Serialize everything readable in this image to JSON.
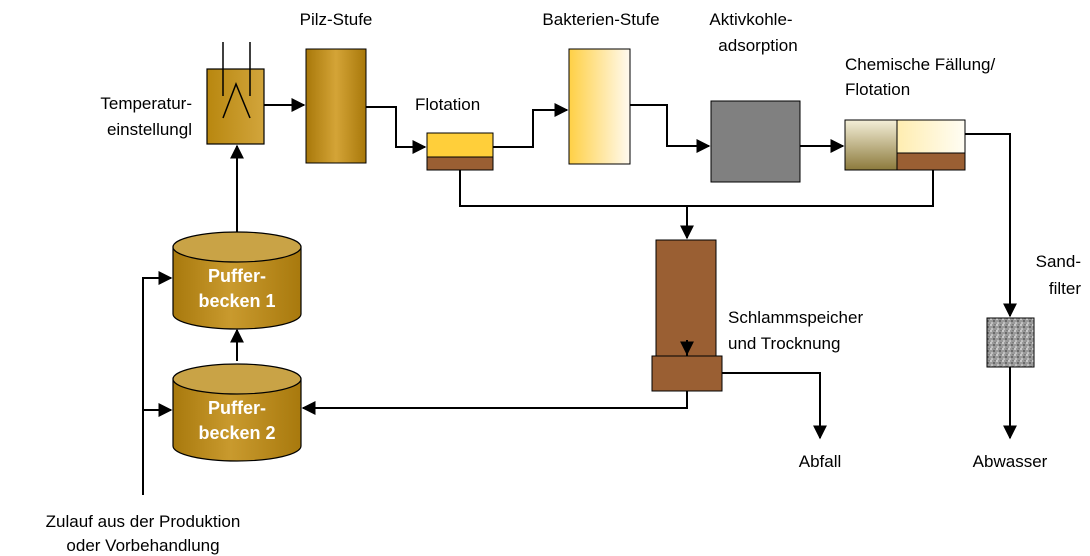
{
  "labels": {
    "pilz": "Pilz-Stufe",
    "bakterien": "Bakterien-Stufe",
    "aktiv1": "Aktivkohle-",
    "aktiv2": "adsorption",
    "chem1": "Chemische Fällung/",
    "chem2": "Flotation",
    "temp1": "Temperatur-",
    "temp2": "einstellungl",
    "flotation": "Flotation",
    "sand1": "Sand-",
    "sand2": "filter",
    "schlamm1": "Schlammspeicher",
    "schlamm2": "und Trocknung",
    "abfall": "Abfall",
    "abwasser": "Abwasser",
    "zulauf1": "Zulauf aus der Produktion",
    "zulauf2": "oder Vorbehandlung"
  },
  "tanks": {
    "puffer1_line1": "Puffer-",
    "puffer1_line2": "becken 1",
    "puffer2_line1": "Puffer-",
    "puffer2_line2": "becken 2"
  },
  "colors": {
    "gold": "#c89a1a",
    "brown": "#9a5f33",
    "yellow": "#ffd040",
    "gray": "#808080"
  }
}
